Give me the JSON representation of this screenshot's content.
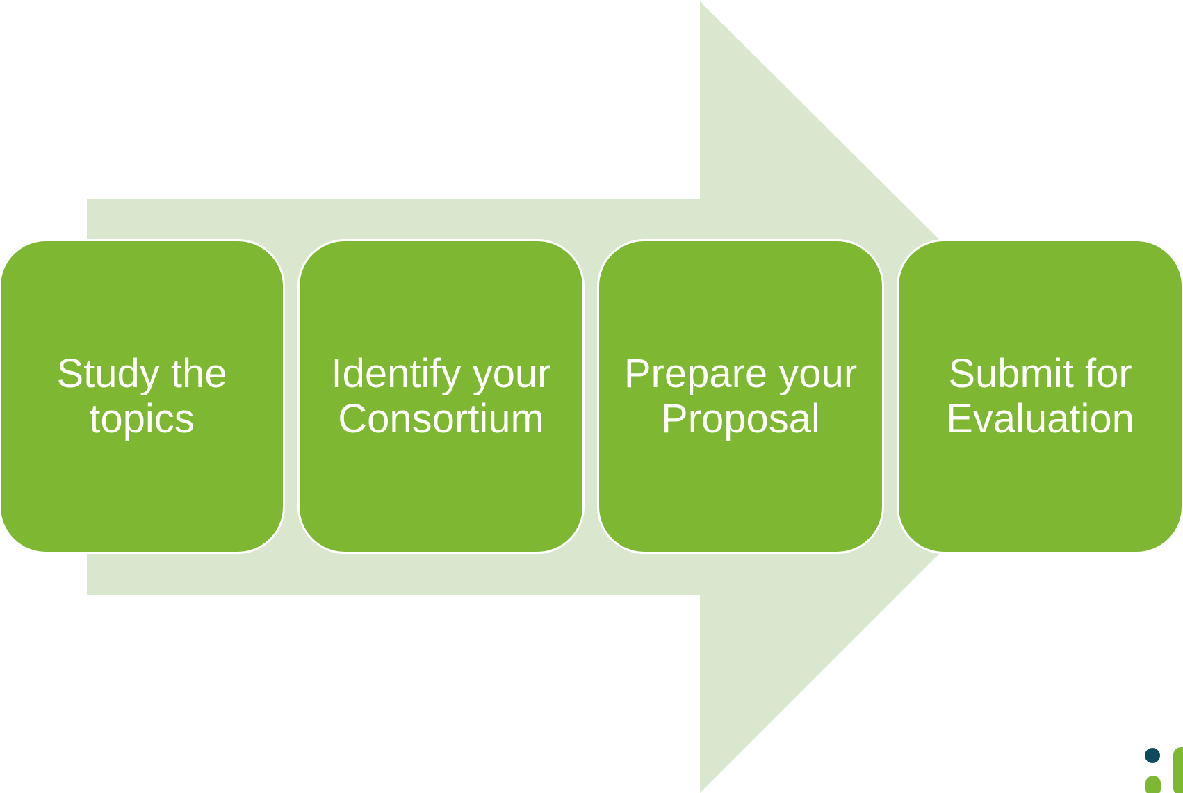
{
  "colors": {
    "arrow": "#d9e7cf",
    "box": "#7eb832",
    "text": "#ffffff",
    "logo_dot": "#0f4a5c",
    "logo_green": "#7eb832"
  },
  "steps": [
    {
      "label": "Study the topics"
    },
    {
      "label": "Identify your Consortium"
    },
    {
      "label": "Prepare your Proposal"
    },
    {
      "label": "Submit for Evaluation"
    }
  ],
  "logo": {
    "icon": "logo-icon"
  }
}
